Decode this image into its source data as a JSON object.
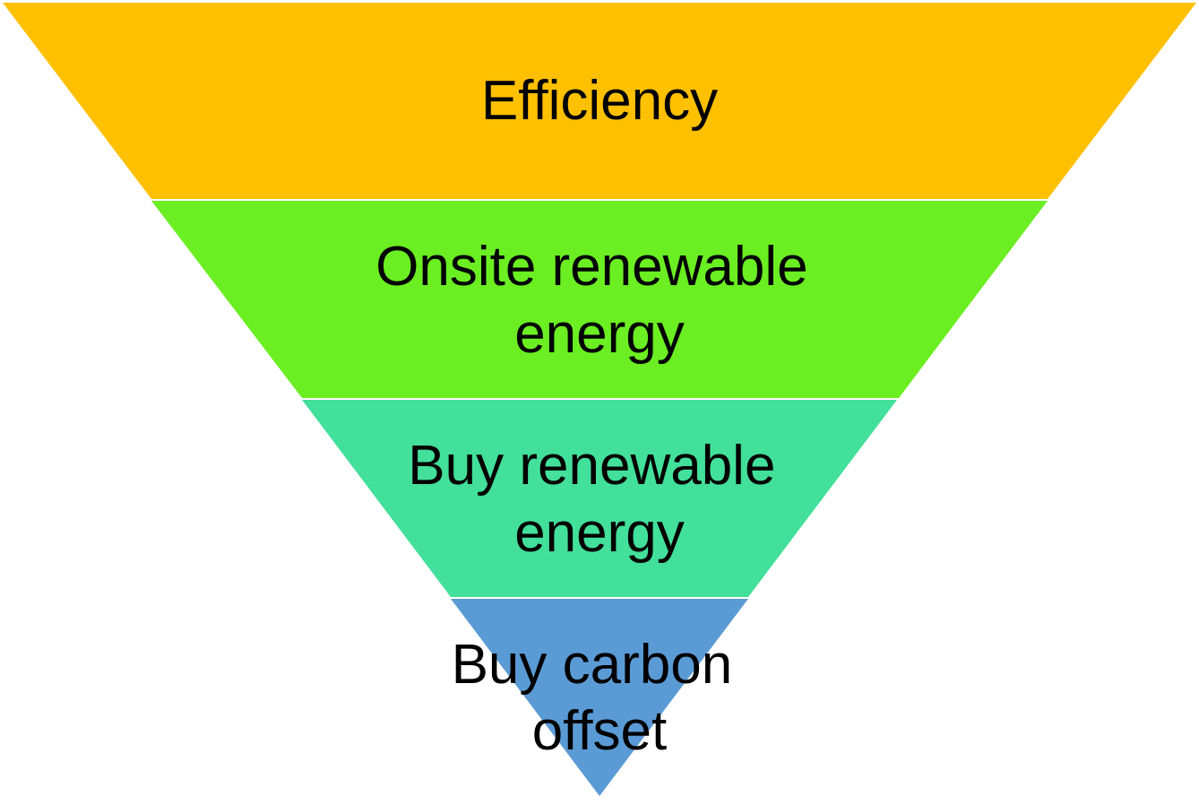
{
  "diagram": {
    "type": "inverted-pyramid",
    "layers": [
      {
        "lines": [
          "Efficiency"
        ],
        "color": "#FFC000"
      },
      {
        "lines": [
          "Onsite renewable",
          "energy"
        ],
        "color": "#6BEE22"
      },
      {
        "lines": [
          "Buy renewable",
          "energy"
        ],
        "color": "#42E09A"
      },
      {
        "lines": [
          "Buy carbon",
          "offset"
        ],
        "color": "#5B9BD5"
      }
    ]
  }
}
